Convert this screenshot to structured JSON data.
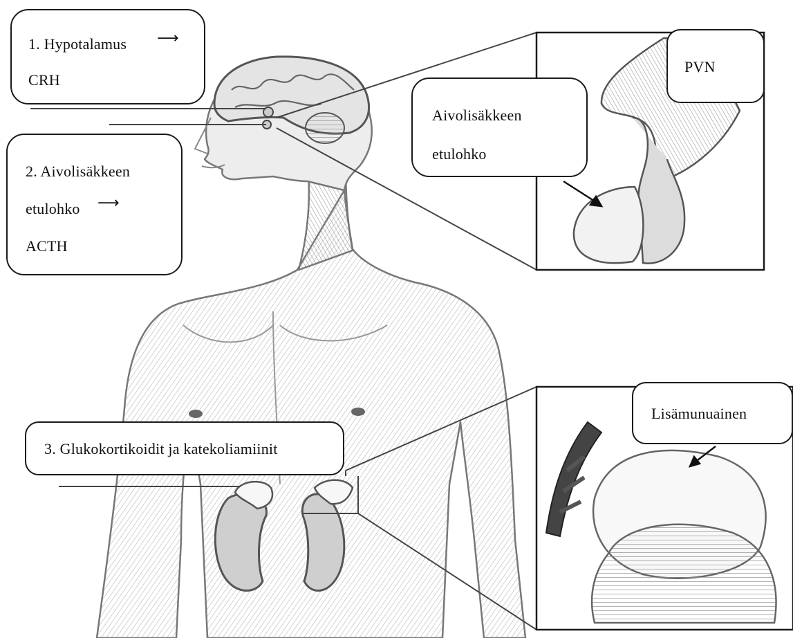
{
  "labels": {
    "hypothalamus": {
      "title": "1. Hypotalamus",
      "arrow": "⟶",
      "hormone": "CRH"
    },
    "pituitary": {
      "line1": "2. Aivolisäkkeen",
      "line2": "etulohko",
      "arrow": "⟶",
      "hormone": "ACTH"
    },
    "adrenal_hormones": {
      "text": "3. Glukokortikoidit ja katekoliamiinit"
    },
    "inset_pituitary": {
      "line1": "Aivolisäkkeen",
      "line2": "etulohko"
    },
    "inset_pvn": {
      "text": "PVN"
    },
    "inset_adrenal": {
      "text": "Lisämunuainen"
    }
  },
  "icons": {
    "body": "human-torso-sketch-icon",
    "brain": "brain-icon",
    "pituitary": "pituitary-gland-icon",
    "adrenal": "adrenal-gland-icon",
    "kidney": "kidney-icon"
  },
  "colors": {
    "ink": "#1a1a1a",
    "sketch": "#8c8c8c",
    "shade": "#c9c9c9",
    "paper": "#ffffff"
  }
}
